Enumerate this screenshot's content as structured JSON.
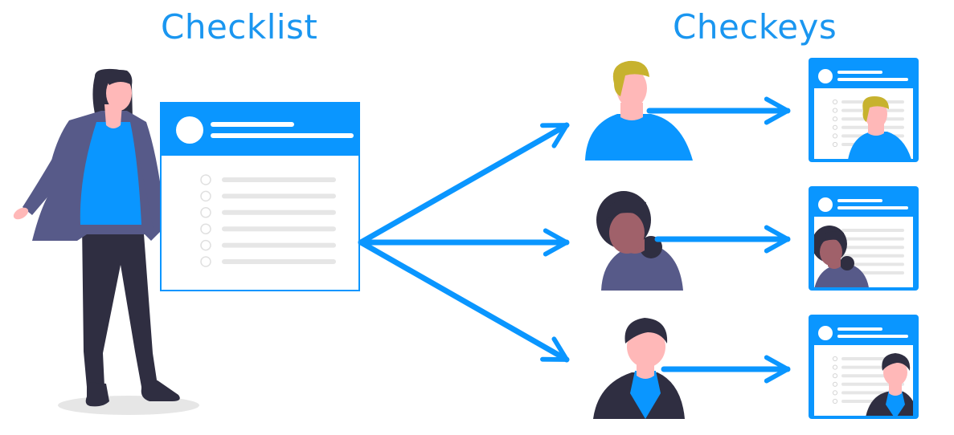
{
  "headings": {
    "left": "Checklist",
    "right": "Checkeys"
  },
  "colors": {
    "accent": "#0a96ff",
    "heading_text": "#1a96f0",
    "jacket": "#575a89",
    "pants": "#2f2e41",
    "skin": "#ffb8b8",
    "hair_blond": "#c7b22e",
    "skin_dark": "#a0616a",
    "placeholder_line": "#e6e6e6",
    "shadow": "#e6e6e6"
  },
  "checklist": {
    "item_count": 6
  },
  "recipients": [
    {
      "name": "blond-man",
      "icon": "person-blond-icon"
    },
    {
      "name": "woman-dark-hair",
      "icon": "person-woman-icon"
    },
    {
      "name": "man-suit",
      "icon": "person-suit-icon"
    }
  ]
}
